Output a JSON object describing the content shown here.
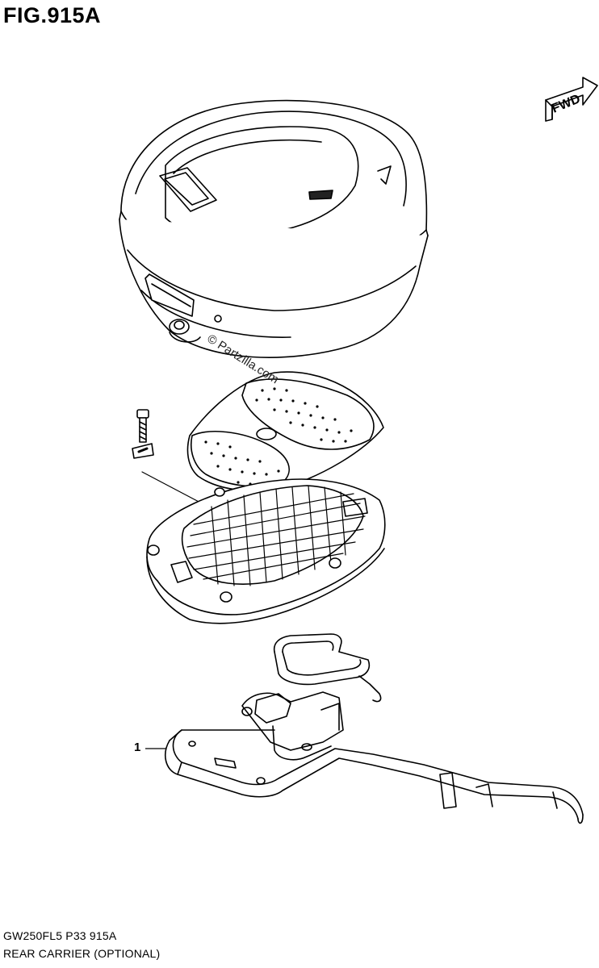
{
  "figure": {
    "title": "FIG.915A"
  },
  "fwd_badge": {
    "label": "FWD",
    "icon": "fwd-arrow-icon"
  },
  "callouts": [
    {
      "number": "1",
      "part": "rear-carrier"
    }
  ],
  "watermark": {
    "text": "© Partzilla.com"
  },
  "footer": {
    "model_code": "GW250FL5  P33  915A",
    "caption": "REAR CARRIER (OPTIONAL)"
  }
}
